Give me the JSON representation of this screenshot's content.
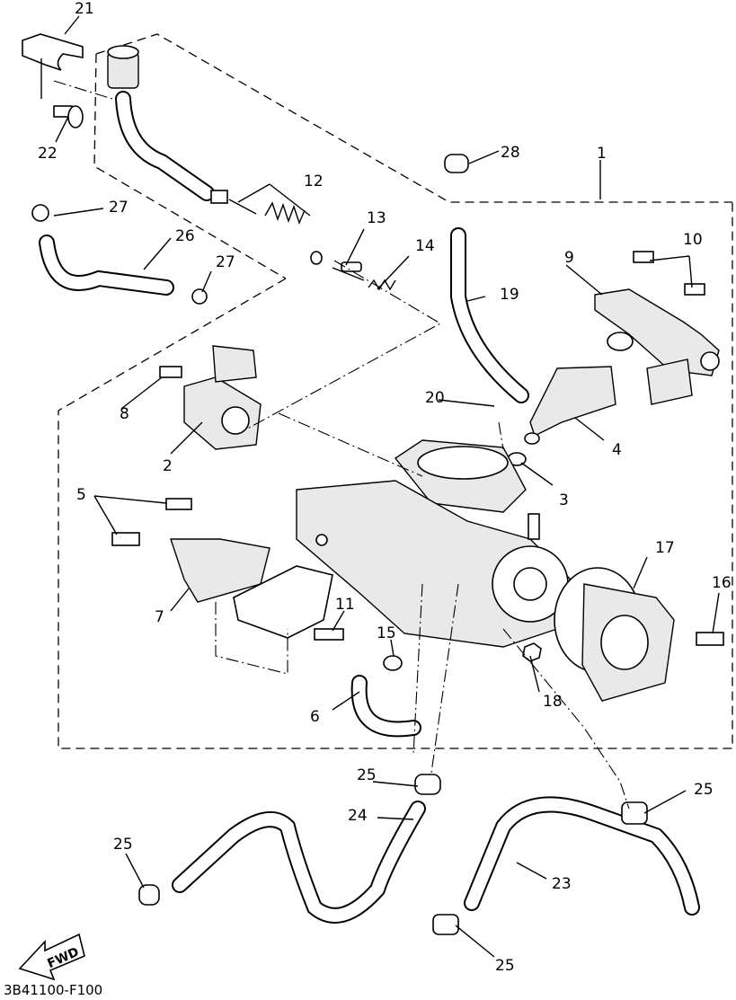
{
  "diagram": {
    "part_labels": [
      "1",
      "2",
      "3",
      "4",
      "5",
      "6",
      "7",
      "8",
      "9",
      "10",
      "11",
      "12",
      "13",
      "14",
      "15",
      "16",
      "17",
      "18",
      "19",
      "20",
      "21",
      "22",
      "23",
      "24",
      "25",
      "25",
      "25",
      "25",
      "26",
      "27",
      "27",
      "28"
    ],
    "fwd_label": "FWD",
    "drawing_code": "3B41100-F100"
  }
}
